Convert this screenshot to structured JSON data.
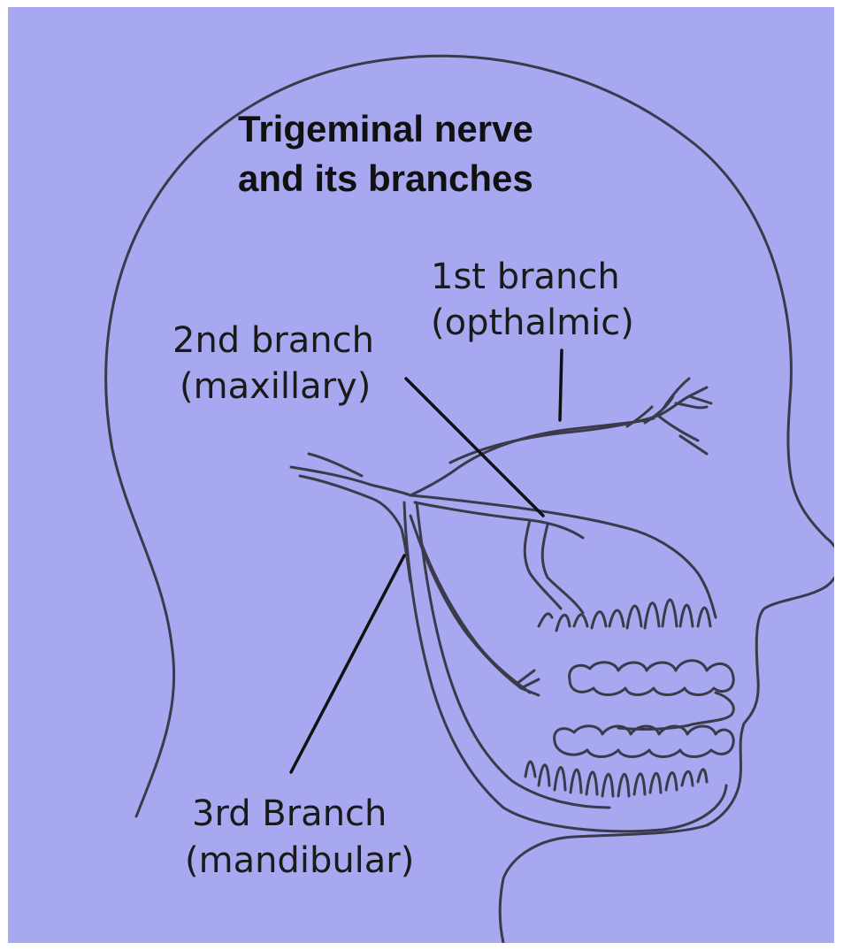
{
  "colors": {
    "background": "#a8a8f0",
    "outline": "#3a3a4a",
    "text": "#111111"
  },
  "title": {
    "line1": "Trigeminal nerve",
    "line2": "and its branches"
  },
  "labels": {
    "branch1": {
      "line1": "1st branch",
      "line2": "(opthalmic)"
    },
    "branch2": {
      "line1": "2nd branch",
      "line2": "(maxillary)"
    },
    "branch3": {
      "line1": "3rd Branch",
      "line2": "(mandibular)"
    }
  }
}
